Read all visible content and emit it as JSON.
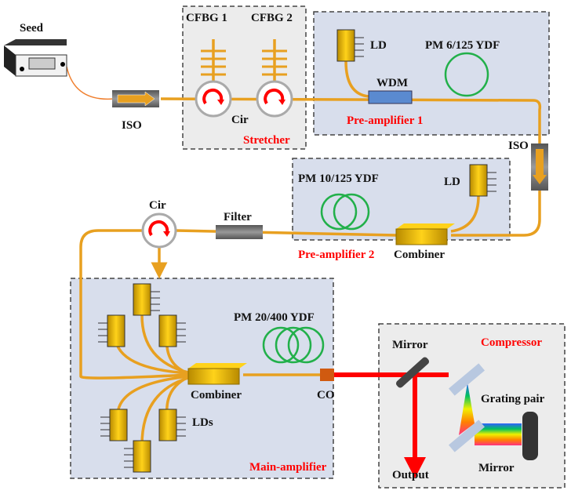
{
  "colors": {
    "fiber": "#e8a020",
    "stage_bg": "#d8deec",
    "stretcher_bg": "#ececec",
    "label_red": "#ff0000",
    "coil": "#22b04a",
    "beam": "#ff0000"
  },
  "labels": {
    "seed": "Seed",
    "iso1": "ISO",
    "iso2": "ISO",
    "cfbg1": "CFBG 1",
    "cfbg2": "CFBG 2",
    "cir_stretcher": "Cir",
    "stretcher": "Stretcher",
    "ld_pre1": "LD",
    "ydf_pre1": "PM 6/125 YDF",
    "wdm": "WDM",
    "pre_amplifier_1": "Pre-amplifier 1",
    "ydf_pre2": "PM 10/125 YDF",
    "ld_pre2": "LD",
    "pre_amplifier_2": "Pre-amplifier 2",
    "combiner_pre2": "Combiner",
    "cir_main": "Cir",
    "filter": "Filter",
    "ydf_main": "PM 20/400 YDF",
    "combiner_main": "Combiner",
    "lds": "LDs",
    "main_amplifier": "Main-amplifier",
    "co": "CO",
    "mirror1": "Mirror",
    "compressor": "Compressor",
    "grating_pair": "Grating pair",
    "mirror2": "Mirror",
    "output": "Output"
  }
}
